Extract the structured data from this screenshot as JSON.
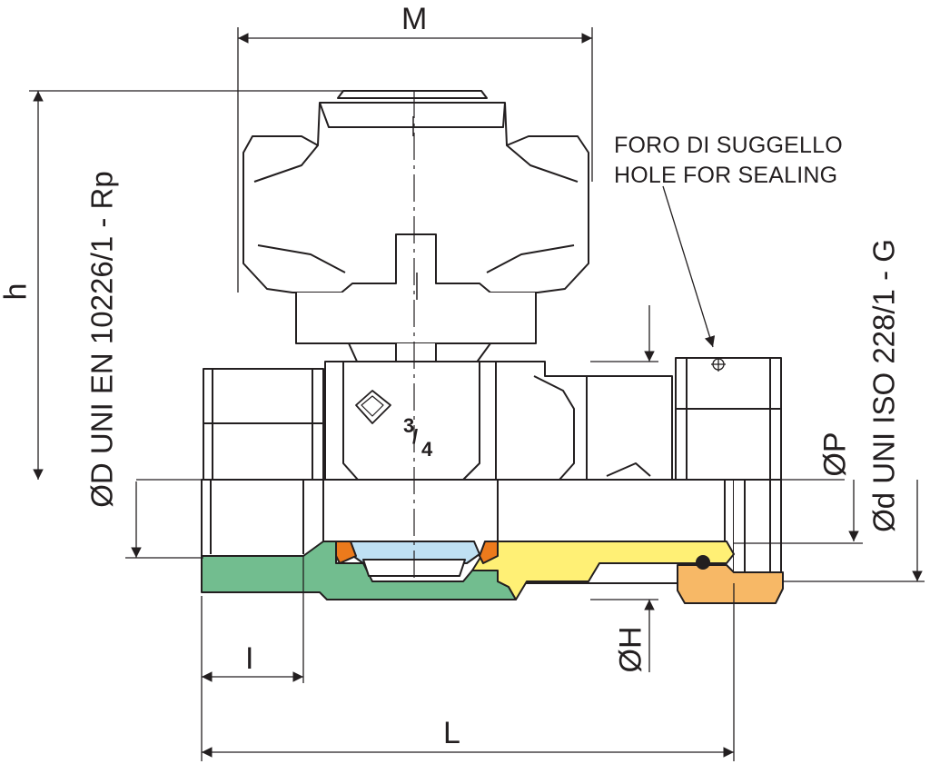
{
  "dimensions": {
    "M": "M",
    "h": "h",
    "L": "L",
    "I": "I",
    "P": "ØP",
    "H": "ØH"
  },
  "thread_labels": {
    "left": "ØD UNI EN 10226/1 - Rp",
    "right": "Ød UNI ISO 228/1 - G"
  },
  "sealing_note": {
    "line1": "FORO DI SUGGELLO",
    "line2": "HOLE FOR SEALING"
  },
  "body_marking": {
    "size_num": "3",
    "size_den": "4"
  },
  "colors": {
    "green_body": "#72bd8f",
    "yellow_union": "#fff075",
    "orange_nut": "#f7b866",
    "orange_seal": "#ec7a1c",
    "blue_ball": "#bfe0f3",
    "outline": "#231f20"
  }
}
